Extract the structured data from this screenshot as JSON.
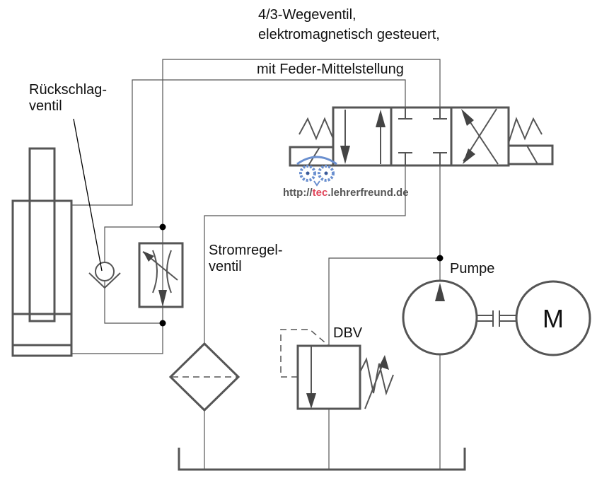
{
  "labels": {
    "valve_line1": "4/3-Wegeventil,",
    "valve_line2": "elektromagnetisch gesteuert,",
    "valve_line3": "mit Feder-Mittelstellung",
    "check_valve_line1": "Rückschlag-",
    "check_valve_line2": "ventil",
    "flow_valve_line1": "Stromregel-",
    "flow_valve_line2": "ventil",
    "relief_valve": "DBV",
    "pump": "Pumpe",
    "motor": "M"
  },
  "watermark": {
    "prefix": "http://",
    "highlight": "tec",
    "suffix": ".lehrerfreund.de",
    "highlight_color": "#e0455a",
    "owl_color": "#6a8fcf"
  },
  "colors": {
    "line": "#555555",
    "text": "#111111"
  }
}
